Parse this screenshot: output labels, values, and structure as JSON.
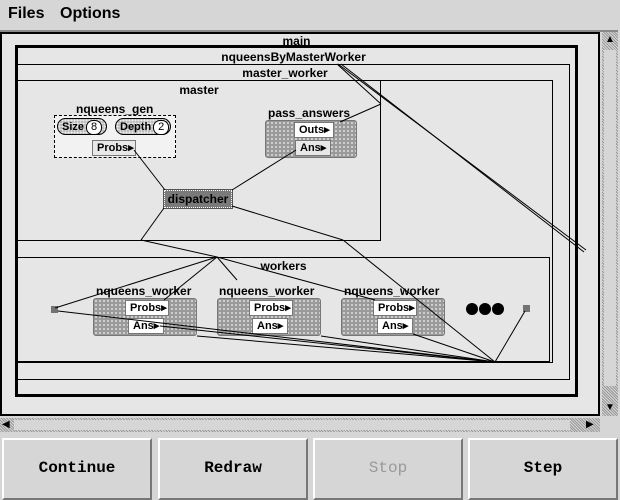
{
  "menu": {
    "items": [
      {
        "label": "Files"
      },
      {
        "label": "Options"
      }
    ]
  },
  "diagram": {
    "main": {
      "label": "main"
    },
    "program": {
      "label": "nqueensByMasterWorker"
    },
    "master_worker": {
      "label": "master_worker"
    },
    "master": {
      "label": "master"
    },
    "nqueens_gen": {
      "label": "nqueens_gen",
      "params": [
        {
          "name": "Size",
          "value": "8"
        },
        {
          "name": "Depth",
          "value": "2"
        }
      ],
      "port": "Probs"
    },
    "pass_answers": {
      "label": "pass_answers",
      "ports": [
        "Outs",
        "Ans"
      ]
    },
    "dispatcher": {
      "label": "dispatcher"
    },
    "workers": {
      "label": "workers",
      "items": [
        {
          "label": "nqueens_worker",
          "ports": [
            "Probs",
            "Ans"
          ]
        },
        {
          "label": "nqueens_worker",
          "ports": [
            "Probs",
            "Ans"
          ]
        },
        {
          "label": "nqueens_worker",
          "ports": [
            "Probs",
            "Ans"
          ]
        }
      ],
      "more_indicator": "ellipsis"
    }
  },
  "buttons": [
    {
      "label": "Continue",
      "enabled": true
    },
    {
      "label": "Redraw",
      "enabled": true
    },
    {
      "label": "Stop",
      "enabled": false
    },
    {
      "label": "Step",
      "enabled": true
    }
  ]
}
